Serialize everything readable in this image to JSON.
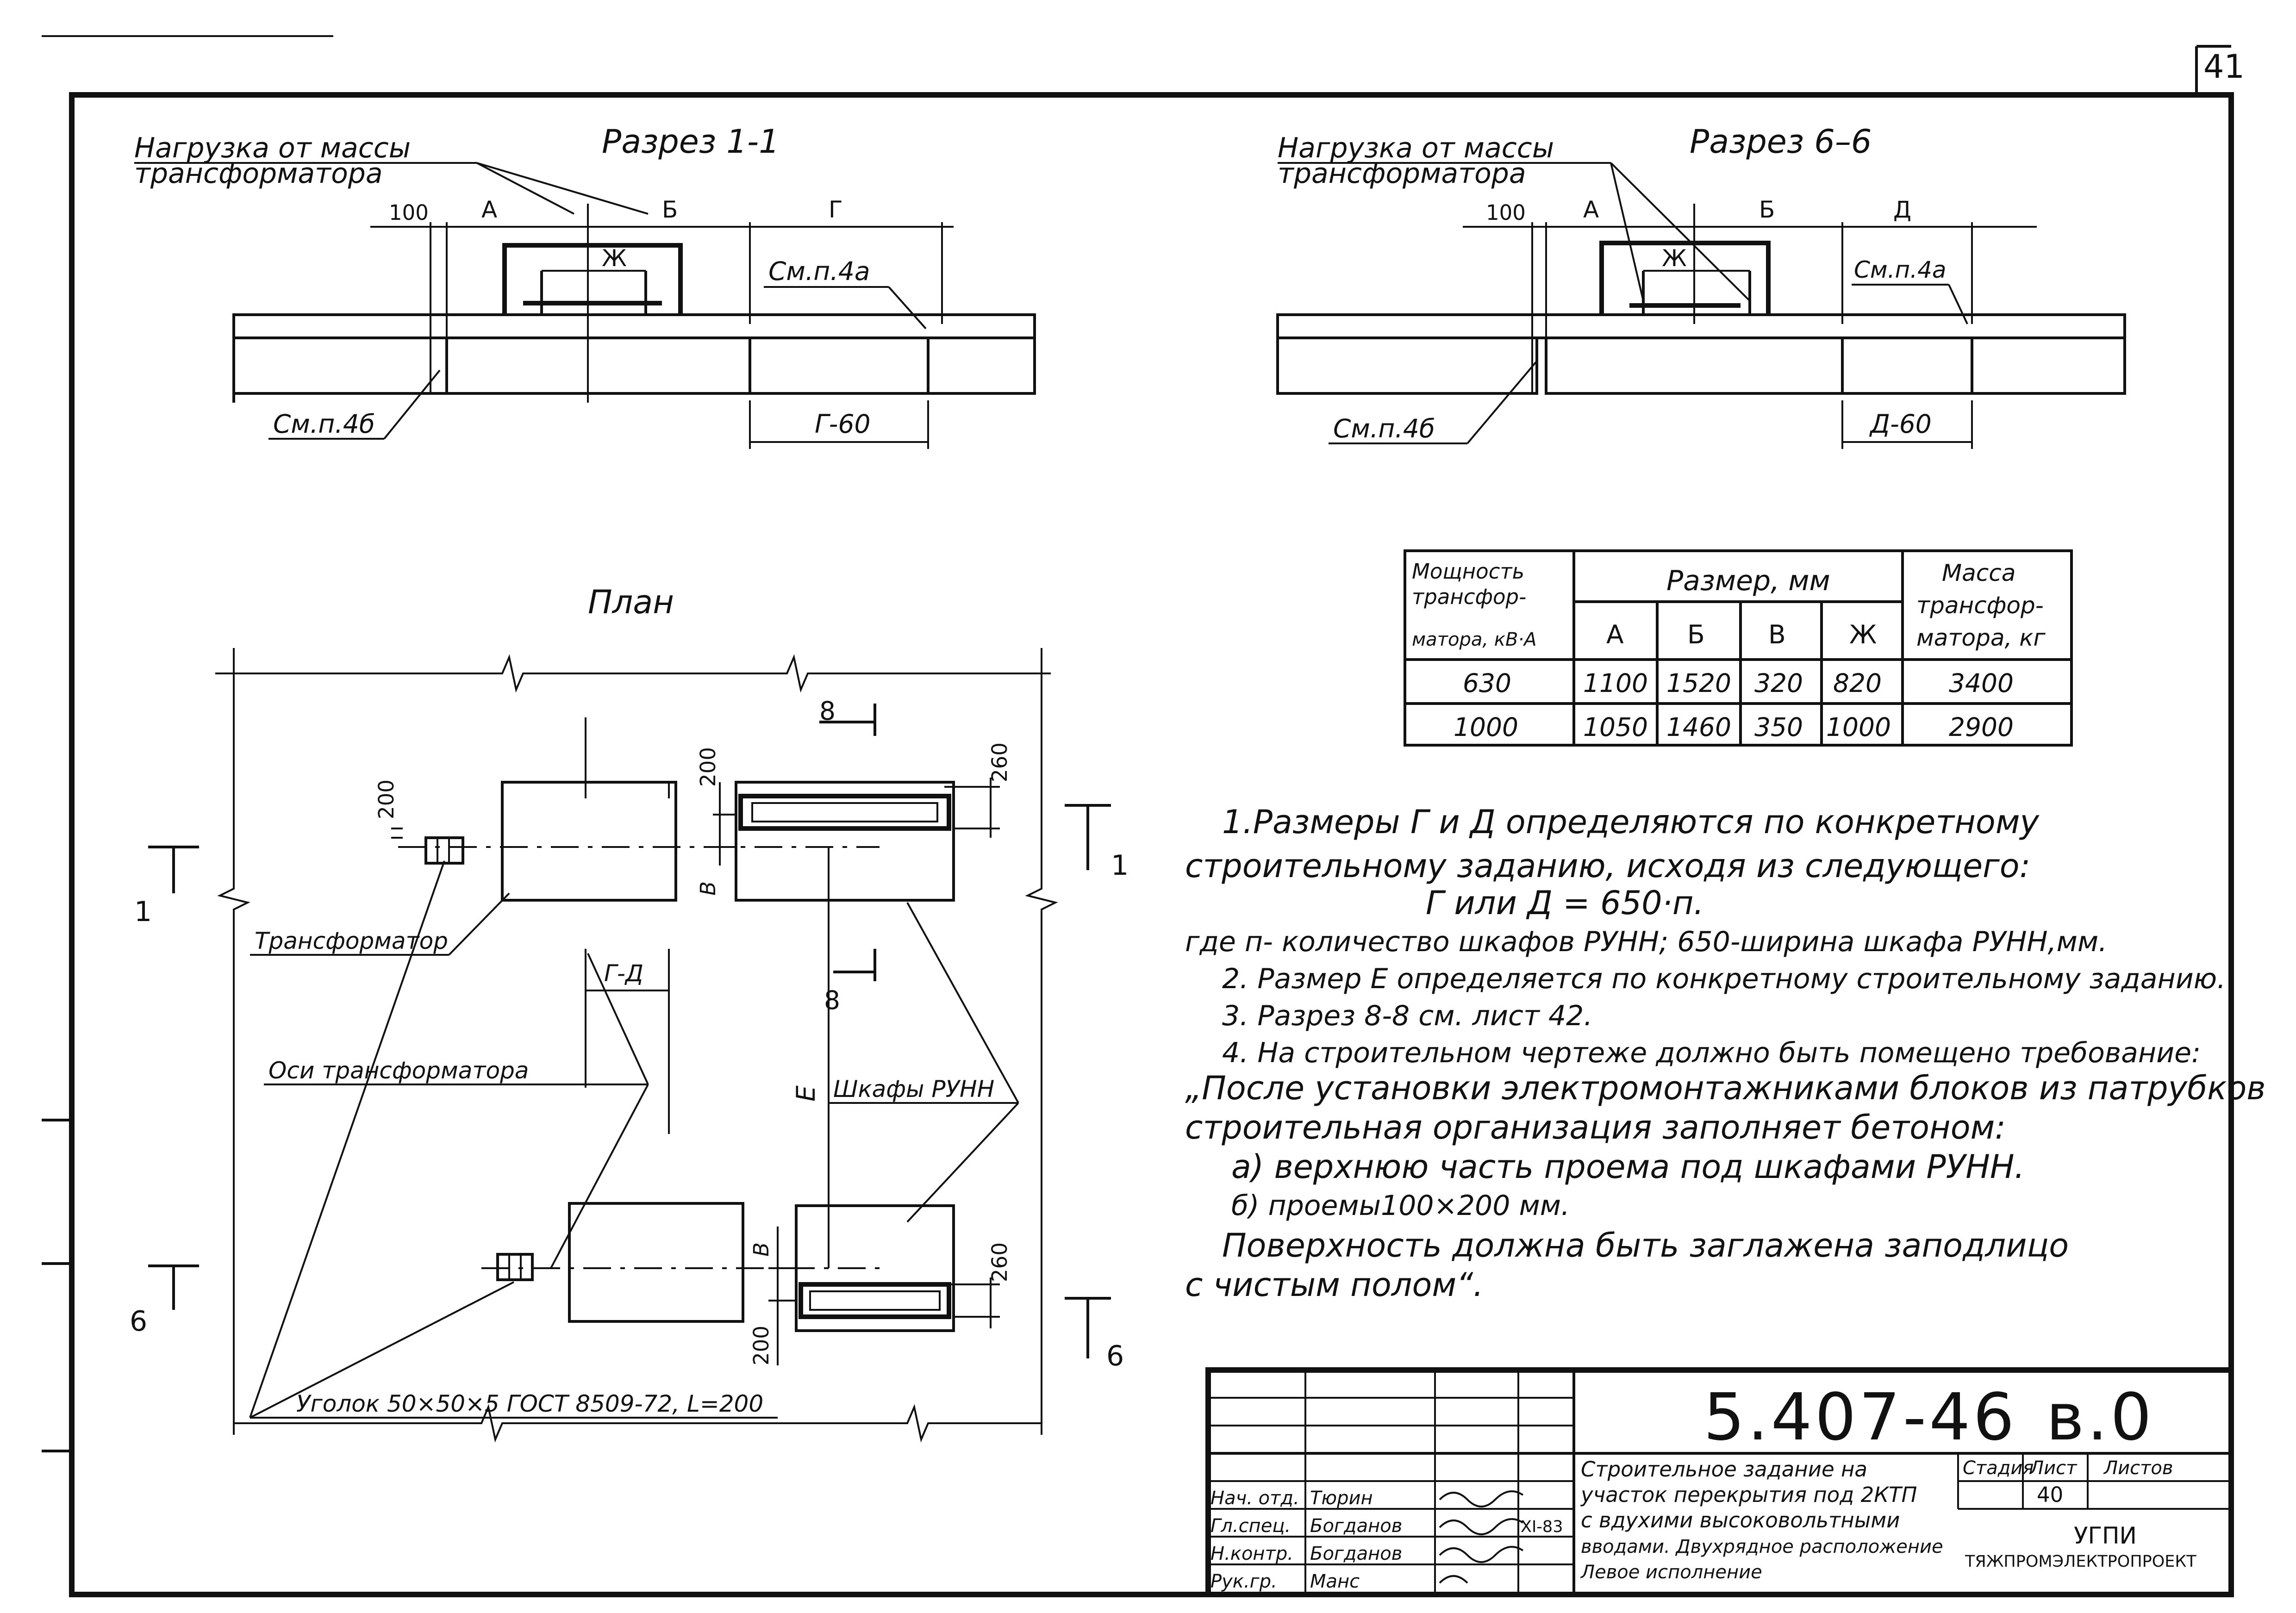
{
  "sheet_number": "41",
  "section_1": {
    "title": "Разрез 1-1",
    "load_label_1": "Нагрузка от массы",
    "load_label_2": "трансформатора",
    "dims": [
      "100",
      "А",
      "Б",
      "Г",
      "Ж",
      "Г-60"
    ],
    "ref_4a": "См.п.4а",
    "ref_4b": "См.п.4б"
  },
  "section_6": {
    "title": "Разрез 6–6",
    "load_label_1": "Нагрузка от массы",
    "load_label_2": "трансформатора",
    "dims": [
      "100",
      "А",
      "Б",
      "Д",
      "Ж",
      "Д-60"
    ],
    "ref_4a": "См.п.4а",
    "ref_4b": "См.п.4б"
  },
  "plan": {
    "title": "План",
    "labels": {
      "transformer": "Трансформатор",
      "axes": "Оси трансформатора",
      "cabinets": "Шкафы РУНН",
      "angle": "Уголок 50×50×5  ГОСТ 8509-72, L=200",
      "g_d": "Г-Д",
      "e": "Е",
      "v": "В",
      "d200": "200",
      "d260": "260",
      "cut1": "1",
      "cut6": "6",
      "cut8": "8"
    }
  },
  "table": {
    "headers": {
      "power": [
        "Мощность",
        "трансфор-",
        "матора, кВ·А"
      ],
      "size": "Размер, мм",
      "mass": [
        "Масса",
        "трансфор-",
        "матора, кг"
      ],
      "cols": [
        "А",
        "Б",
        "В",
        "Ж"
      ]
    },
    "rows": [
      [
        "630",
        "1100",
        "1520",
        "320",
        "820",
        "3400"
      ],
      [
        "1000",
        "1050",
        "1460",
        "350",
        "1000",
        "2900"
      ]
    ]
  },
  "notes": [
    "1.Размеры Г и Д определяются по конкретному",
    "строительному заданию, исходя из следующего:",
    "Г или Д = 650·п.",
    "где п- количество шкафов РУНН; 650-ширина шкафа РУНН,мм.",
    "2. Размер Е определяется по конкретному строительному заданию.",
    "3. Разрез 8-8 см. лист 42.",
    "4. На строительном чертеже должно быть помещено требование:",
    "„После установки электромонтажниками блоков из патрубков",
    "строительная организация заполняет бетоном:",
    "а) верхнюю часть проема под шкафами РУНН.",
    "б) проемы100×200 мм.",
    "Поверхность должна быть заглажена заподлицо",
    "с чистым полом“."
  ],
  "title_block": {
    "code": "5.407-46",
    "issue": "в.0",
    "description": [
      "Строительное задание на",
      "участок перекрытия под 2КТП",
      "с вдухими высоковольтными",
      "вводами. Двухрядное расположение",
      "Левое исполнение"
    ],
    "stage_label": "Стадия",
    "sheet_label": "Лист",
    "sheets_label": "Листов",
    "sheet_value": "40",
    "org_1": "УГПИ",
    "org_2": "ТЯЖПРОМЭЛЕКТРОПРОЕКТ",
    "signatures": [
      {
        "role": "Нач. отд.",
        "name": "Тюрин"
      },
      {
        "role": "Гл.спец.",
        "name": "Богданов",
        "date": "XI-83"
      },
      {
        "role": "Н.контр.",
        "name": "Богданов"
      },
      {
        "role": "Рук.гр.",
        "name": "Манс"
      }
    ]
  }
}
